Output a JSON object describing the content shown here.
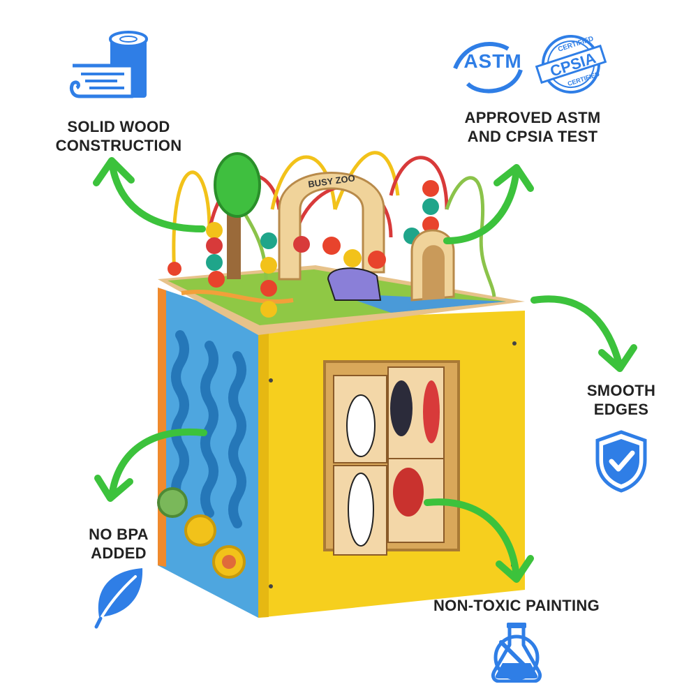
{
  "colors": {
    "label_text": "#222222",
    "icon_blue": "#2f7ee6",
    "arrow_green": "#3cc23c",
    "cube_yellow": "#f6cf1e",
    "cube_blue": "#4ea6df",
    "wood": "#e7c28a"
  },
  "product": {
    "top_sign": "BUSY ZOO"
  },
  "features": {
    "solid_wood": {
      "line1": "SOLID WOOD",
      "line2": "CONSTRUCTION",
      "icon": "wood-log-icon"
    },
    "approved": {
      "line1": "APPROVED ASTM",
      "line2": "AND CPSIA TEST",
      "icon": "certification-badges-icon"
    },
    "smooth": {
      "line1": "SMOOTH",
      "line2": "EDGES",
      "icon": "shield-check-icon"
    },
    "no_bpa": {
      "line1": "NO BPA",
      "line2": "ADDED",
      "icon": "leaf-icon"
    },
    "non_toxic": {
      "line1": "NON-TOXIC PAINTING",
      "icon": "flask-icon"
    }
  },
  "badges": {
    "astm": "ASTM",
    "cpsia_top": "CERTIFIED",
    "cpsia_mid": "CPSIA",
    "cpsia_bottom": "CERTIFIED"
  }
}
